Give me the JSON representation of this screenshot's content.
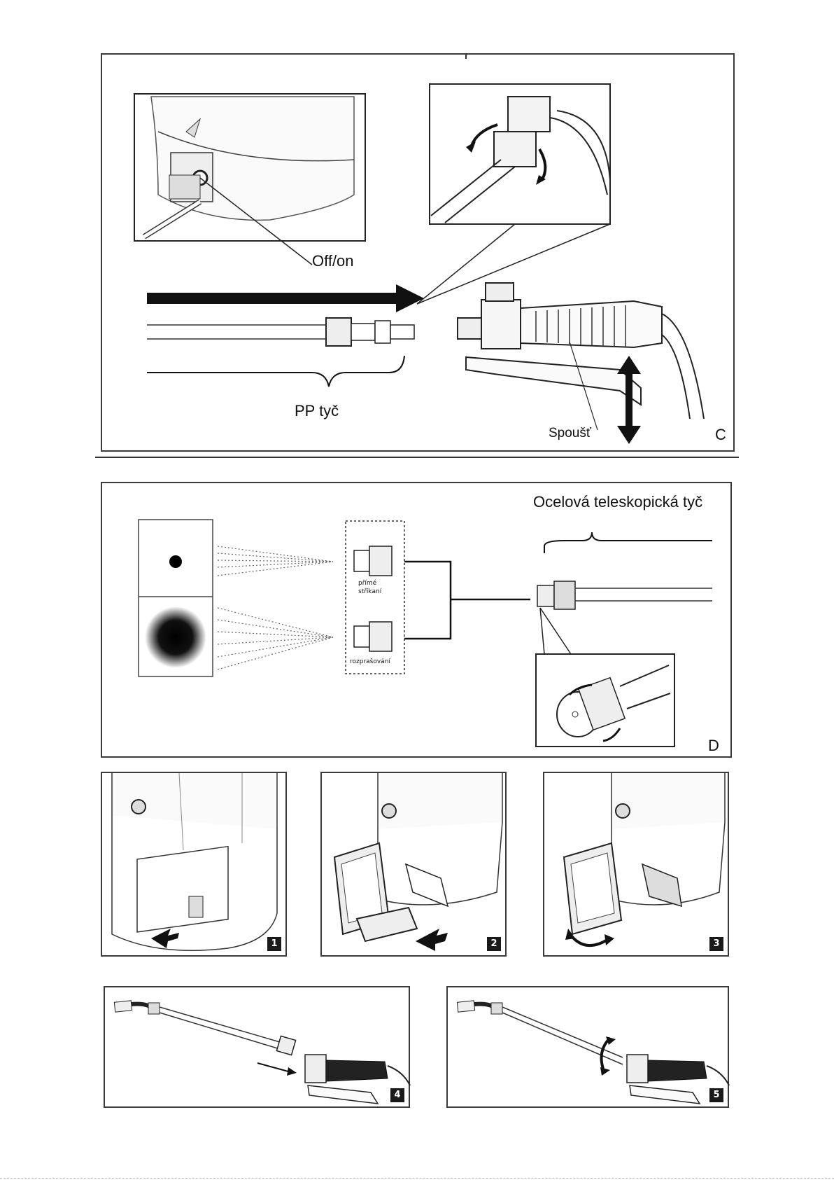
{
  "panel_c": {
    "label_off_on": "Off/on",
    "label_pp_rod": "PP tyč",
    "label_trigger": "Spoušť",
    "corner": "C"
  },
  "panel_d": {
    "label_steel_rod": "Ocelová teleskopická tyč",
    "label_direct_1": "přímé",
    "label_direct_2": "stříkaní",
    "label_spray": "rozprašování",
    "corner": "D"
  },
  "steps": [
    "1",
    "2",
    "3",
    "4",
    "5"
  ]
}
